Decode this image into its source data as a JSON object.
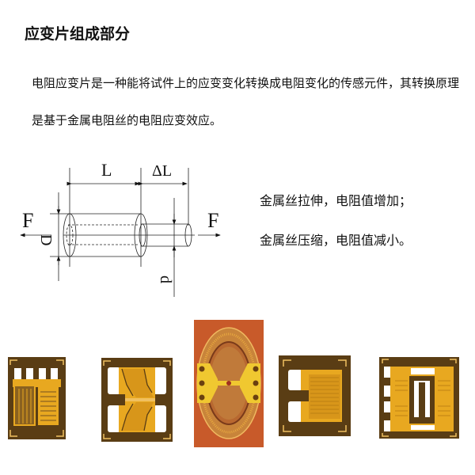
{
  "page": {
    "title": "应变片组成部分",
    "paragraph": {
      "line1": "电阻应变片是一种能将试件上的应变变化转换成电阻变化的传感元件，其转换原理",
      "line2": "是基于金属电阻丝的电阻应变效应。"
    },
    "diagram": {
      "labels": {
        "length": "L",
        "delta_length": "ΔL",
        "force_left": "F",
        "force_right": "F",
        "diameter_original": "D",
        "diameter_stretched": "d"
      }
    },
    "notes": {
      "stretch": "金属丝拉伸，电阻值增加；",
      "compress": "金属丝压缩，电阻值减小。"
    },
    "gauges": [
      {
        "name": "dual-grid-strain-gauge"
      },
      {
        "name": "chevron-shear-strain-gauge"
      },
      {
        "name": "circular-diaphragm-strain-gauge"
      },
      {
        "name": "single-grid-strain-gauge"
      },
      {
        "name": "multi-grid-strain-gauge"
      }
    ],
    "colors": {
      "gauge_substrate": "#5a3d14",
      "gauge_foil": "#e8a820",
      "diaphragm_base": "#c85a2a",
      "text": "#111111"
    }
  }
}
